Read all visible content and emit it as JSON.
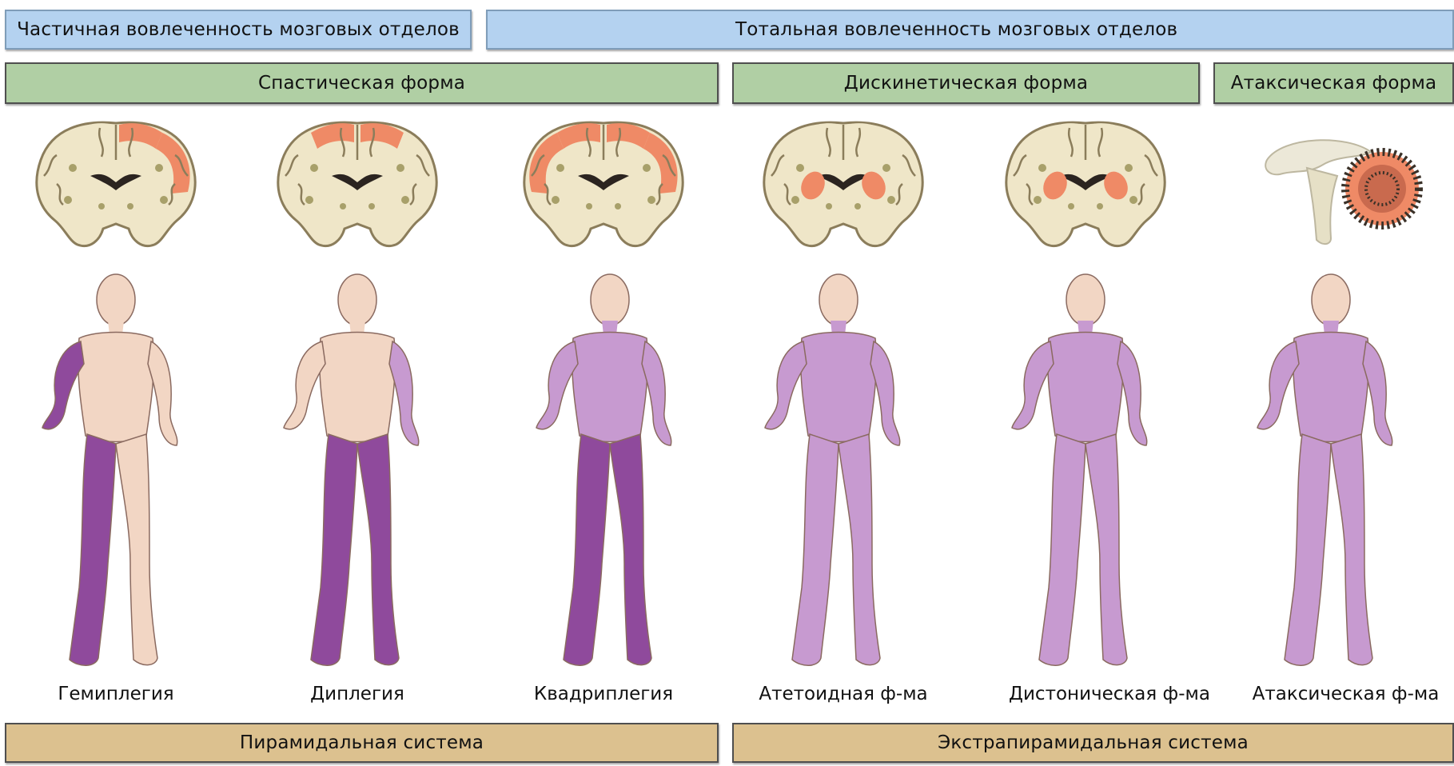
{
  "involvement": {
    "partial": "Частичная вовлеченность мозговых отделов",
    "total": "Тотальная вовлеченность мозговых отделов"
  },
  "forms": {
    "spastic": "Спастическая форма",
    "dyskinetic": "Дискинетическая форма",
    "ataxic": "Атаксическая форма"
  },
  "panels": [
    {
      "caption": "Гемиплегия",
      "brain_view": "coronal",
      "affected": "left-cortex",
      "body_affected": "right-arm-and-leg"
    },
    {
      "caption": "Диплегия",
      "brain_view": "coronal",
      "affected": "top-cortex",
      "body_affected": "legs-and-one-arm"
    },
    {
      "caption": "Квадриплегия",
      "brain_view": "coronal",
      "affected": "whole-cortex",
      "body_affected": "whole-body"
    },
    {
      "caption": "Атетоидная ф-ма",
      "brain_view": "coronal",
      "affected": "basal-ganglia",
      "body_affected": "whole-body"
    },
    {
      "caption": "Дистоническая ф-ма",
      "brain_view": "coronal",
      "affected": "basal-ganglia",
      "body_affected": "whole-body"
    },
    {
      "caption": "Атаксическая ф-ма",
      "brain_view": "sagittal",
      "affected": "cerebellum",
      "body_affected": "whole-body"
    }
  ],
  "systems": {
    "pyramidal": "Пирамидальная система",
    "extrapyramidal": "Экстрапирамидальная система"
  },
  "colors": {
    "lesion": "#ef8a66",
    "brain_tissue": "#efe6c8",
    "brain_outline": "#8b7d5b",
    "skin": "#f2d6c4",
    "affected_dark": "#8f4a9c",
    "affected_light": "#c79ad0"
  }
}
